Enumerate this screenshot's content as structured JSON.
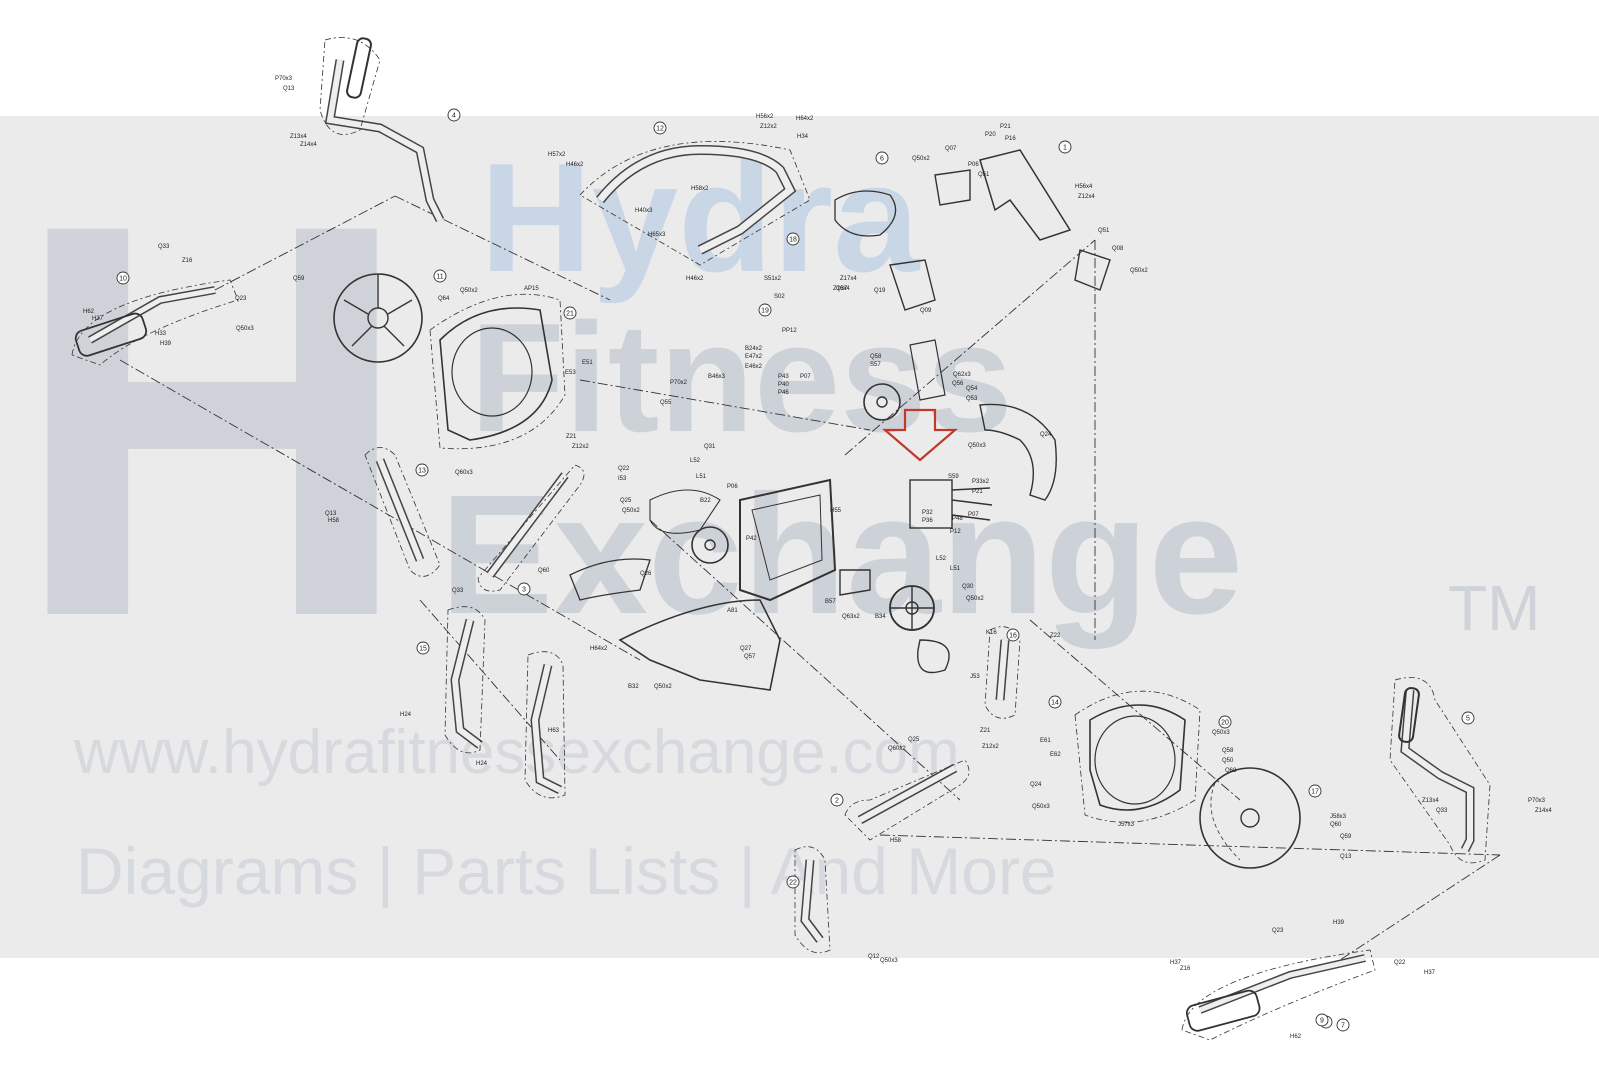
{
  "watermark": {
    "logo_letter": "H",
    "brand_word_1": "Hydra",
    "brand_word_2": "Fitness",
    "brand_word_3": "Exchange",
    "trademark": "TM",
    "url": "www.hydrafitnessexchange.com",
    "tagline": "Diagrams | Parts Lists | And More"
  },
  "colors": {
    "band": "#ebebeb",
    "line": "#333333",
    "arrow": "#c0392b",
    "watermark_gray": "#cdd1d8",
    "watermark_blue": "#c9d6e6"
  },
  "callouts": [
    "P70x3",
    "Q13",
    "Z13x4",
    "Z14x4",
    "H56x2",
    "Z12x2",
    "H64x2",
    "H34",
    "H57x2",
    "H46x2",
    "H58x2",
    "H65x3",
    "H40x3",
    "H46x2",
    "Q50x2",
    "Q07",
    "P20",
    "P21",
    "P16",
    "P06",
    "Q51",
    "H56x4",
    "Z12x4",
    "Q51",
    "Q08",
    "Q50x2",
    "Q33",
    "Z16",
    "Q59",
    "Q23",
    "Q50x3",
    "H62",
    "H37",
    "H33",
    "H39",
    "Q64",
    "Q50x2",
    "AP15",
    "Z17x4",
    "Z16x4",
    "Q37",
    "Q19",
    "Q09",
    "S51x2",
    "S02",
    "PP12",
    "B24x2",
    "E47x2",
    "E46x2",
    "E51",
    "E53",
    "P43",
    "P40",
    "P46",
    "P07",
    "P70x2",
    "Q55",
    "B46x3",
    "Q58",
    "S57",
    "Q62x3",
    "Q54",
    "Q53",
    "Q56",
    "Q24",
    "Q50x3",
    "Z21",
    "Z12x2",
    "Q22",
    "I53",
    "Q25",
    "Q50x2",
    "Q31",
    "L52",
    "L51",
    "B22",
    "P06",
    "Q60x3",
    "Q13",
    "H58",
    "H55",
    "S59",
    "P33x2",
    "P21",
    "P07",
    "P12",
    "P48",
    "P32",
    "P36",
    "Q33",
    "Q60",
    "Q26",
    "P42",
    "A81",
    "H64x2",
    "B32",
    "Q50x2",
    "Q27",
    "Q57",
    "B57",
    "Q63x2",
    "B34",
    "L52",
    "L51",
    "Q30",
    "Q50x2",
    "K16",
    "Z22",
    "J53",
    "H24",
    "H63",
    "H24",
    "Q25",
    "Q60x2",
    "Z21",
    "Z12x2",
    "E61",
    "E62",
    "Q24",
    "Q50x3",
    "Q50x3",
    "Q58",
    "Q50",
    "Q68",
    "J57x3",
    "J58x3",
    "Q60",
    "Q59",
    "Q13",
    "P70x3",
    "Z14x4",
    "Z13x4",
    "Q33",
    "H58",
    "Q12",
    "Q50x3",
    "Q23",
    "H39",
    "H37",
    "Z16",
    "Q22",
    "H37",
    "H62"
  ],
  "part_numbers": [
    "1",
    "2",
    "3",
    "4",
    "5",
    "6",
    "7",
    "8",
    "9",
    "10",
    "11",
    "12",
    "13",
    "14",
    "15",
    "16",
    "17",
    "18",
    "19",
    "20",
    "21",
    "22"
  ]
}
